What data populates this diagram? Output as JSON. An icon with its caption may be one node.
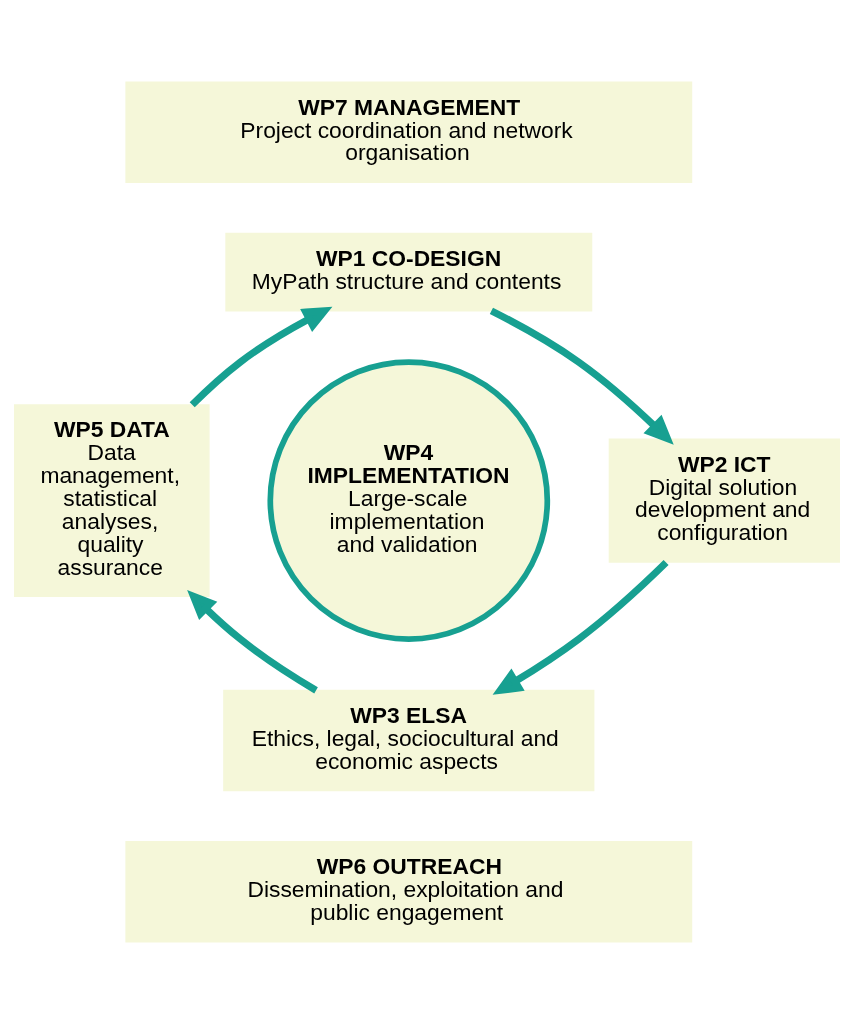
{
  "diagram": {
    "nodes": [
      {
        "text": [
          "WP7 MANAGEMENT",
          "Project coordination and network organisation"
        ]
      },
      {
        "text": [
          "WP1 CO-DESIGN",
          "MyPath structure and contents"
        ]
      },
      {
        "text": [
          "WP5 DATA",
          "Data management, statistical analyses, quality assurance"
        ]
      },
      {
        "text": [
          "WP4 IMPLEMENTATION",
          "Large-scale implementation and validation"
        ]
      },
      {
        "text": [
          "WP2 ICT",
          "Digital solution development and configuration"
        ]
      },
      {
        "text": [
          "WP3 ELSA",
          "Ethics, legal, sociocultural and economic aspects"
        ]
      },
      {
        "text": [
          "WP6 OUTREACH",
          "Dissemination, exploitation and public engagement"
        ]
      }
    ],
    "edges": [
      {
        "from": 2,
        "to": 1,
        "arrow": "to"
      },
      {
        "from": 1,
        "to": 4,
        "arrow": "to"
      },
      {
        "from": 4,
        "to": 5,
        "arrow": "to"
      },
      {
        "from": 5,
        "to": 2,
        "arrow": "to"
      }
    ]
  }
}
